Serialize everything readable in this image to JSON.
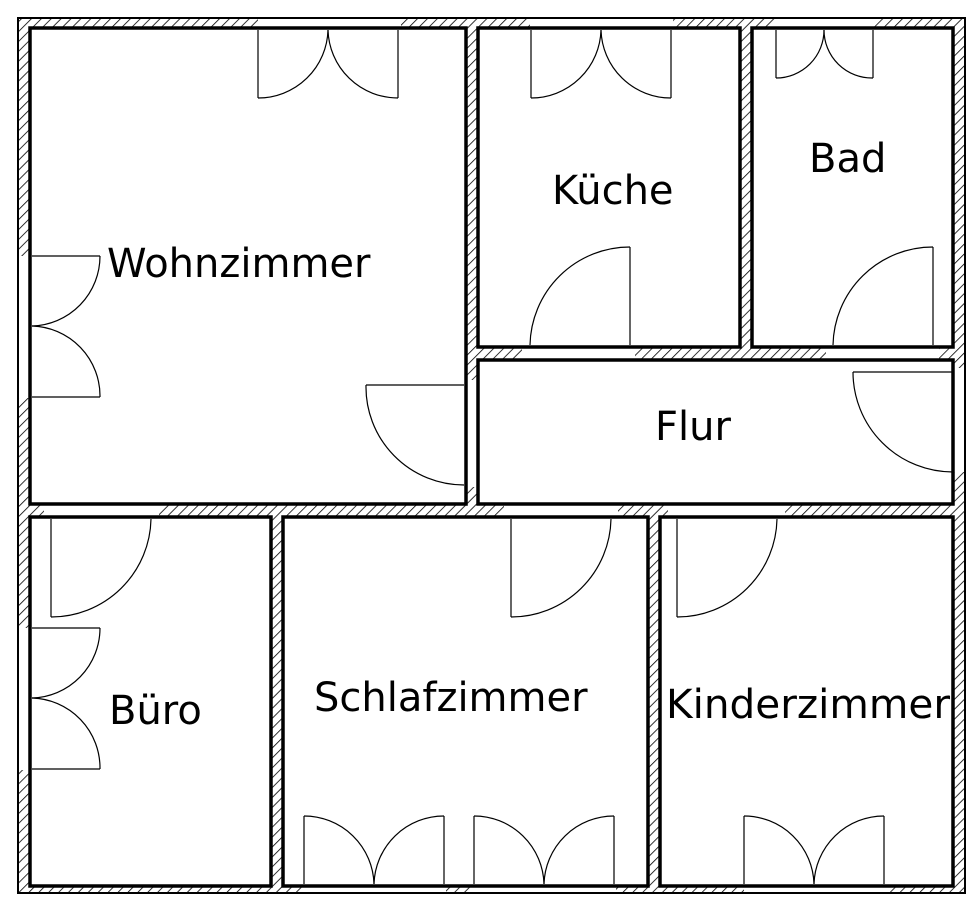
{
  "rooms": {
    "wohnzimmer": "Wohnzimmer",
    "kueche": "Küche",
    "bad": "Bad",
    "flur": "Flur",
    "buero": "Büro",
    "schlafzimmer": "Schlafzimmer",
    "kinderzimmer": "Kinderzimmer"
  },
  "colors": {
    "line": "#000000",
    "background": "#ffffff"
  }
}
